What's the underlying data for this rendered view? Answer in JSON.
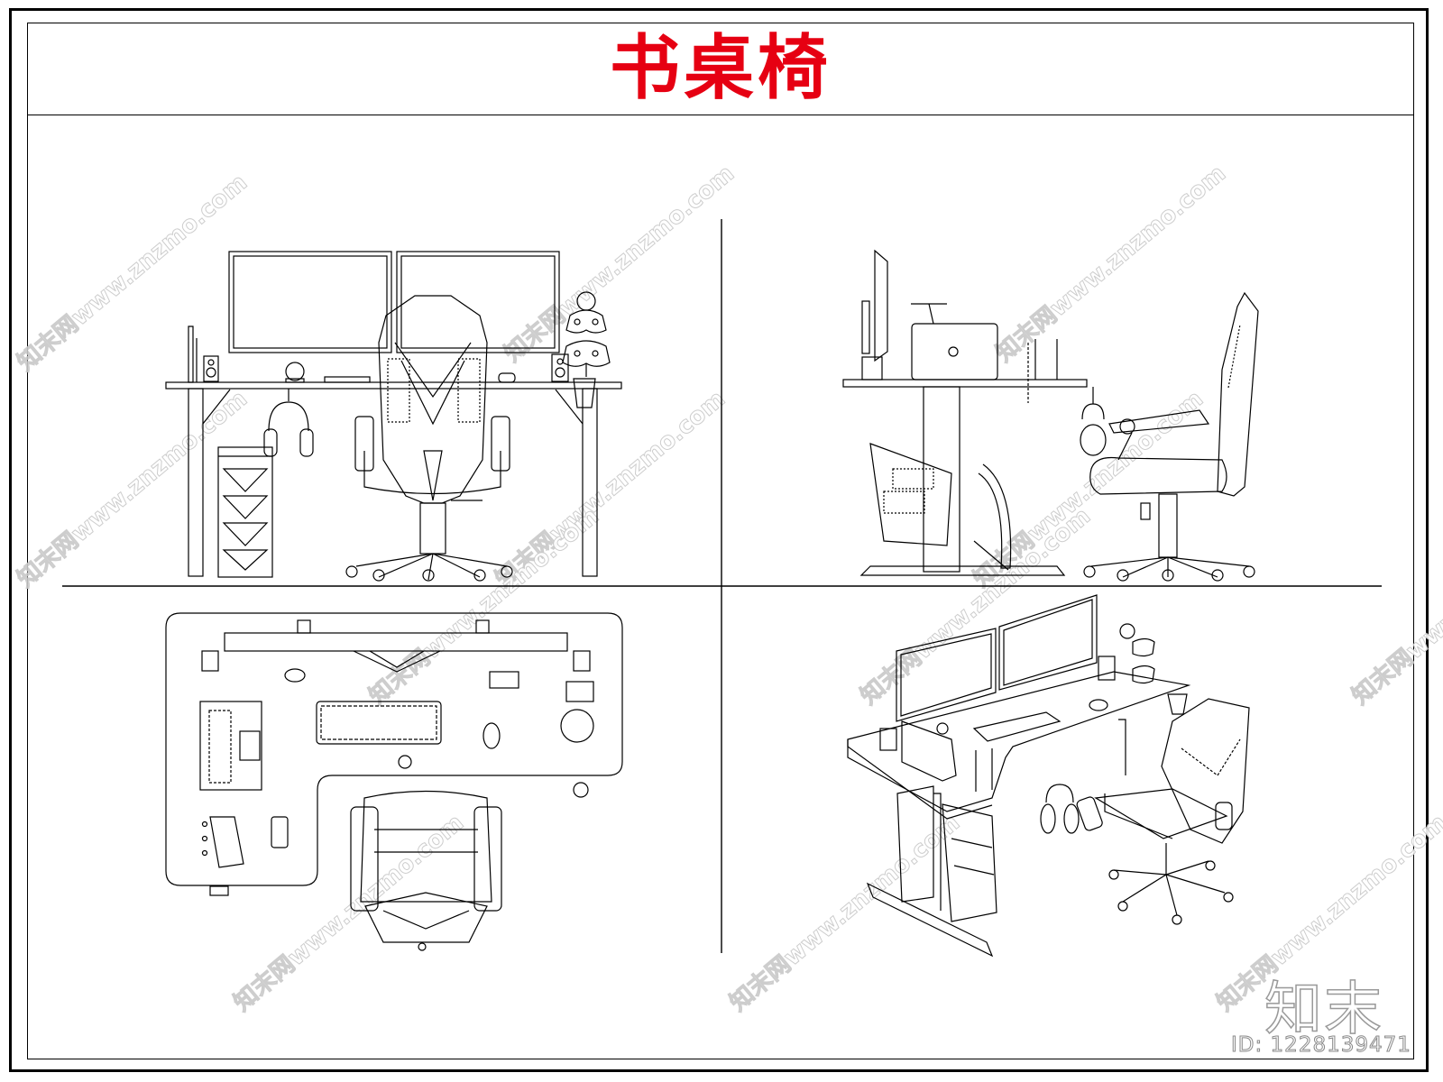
{
  "drawing": {
    "title": "书桌椅"
  },
  "branding": {
    "logo_text": "知末",
    "id_text": "ID: 1228139471",
    "watermark_text": "知末网www.znzmo.com"
  },
  "colors": {
    "title": "#e60012",
    "line": "#000000",
    "watermark": "#c8c8c8"
  },
  "views": [
    {
      "name": "front-elevation",
      "content": "desk with two monitors, gaming chair, PC tower, headphones, controllers"
    },
    {
      "name": "side-elevation",
      "content": "desk side view with laptop, PC tower, gaming chair"
    },
    {
      "name": "top-plan",
      "content": "L-shaped desk plan with monitors, keyboard, laptop, chair"
    },
    {
      "name": "axonometric",
      "content": "3D view of desk set with monitors, laptop, keyboard, PC, chair"
    }
  ]
}
